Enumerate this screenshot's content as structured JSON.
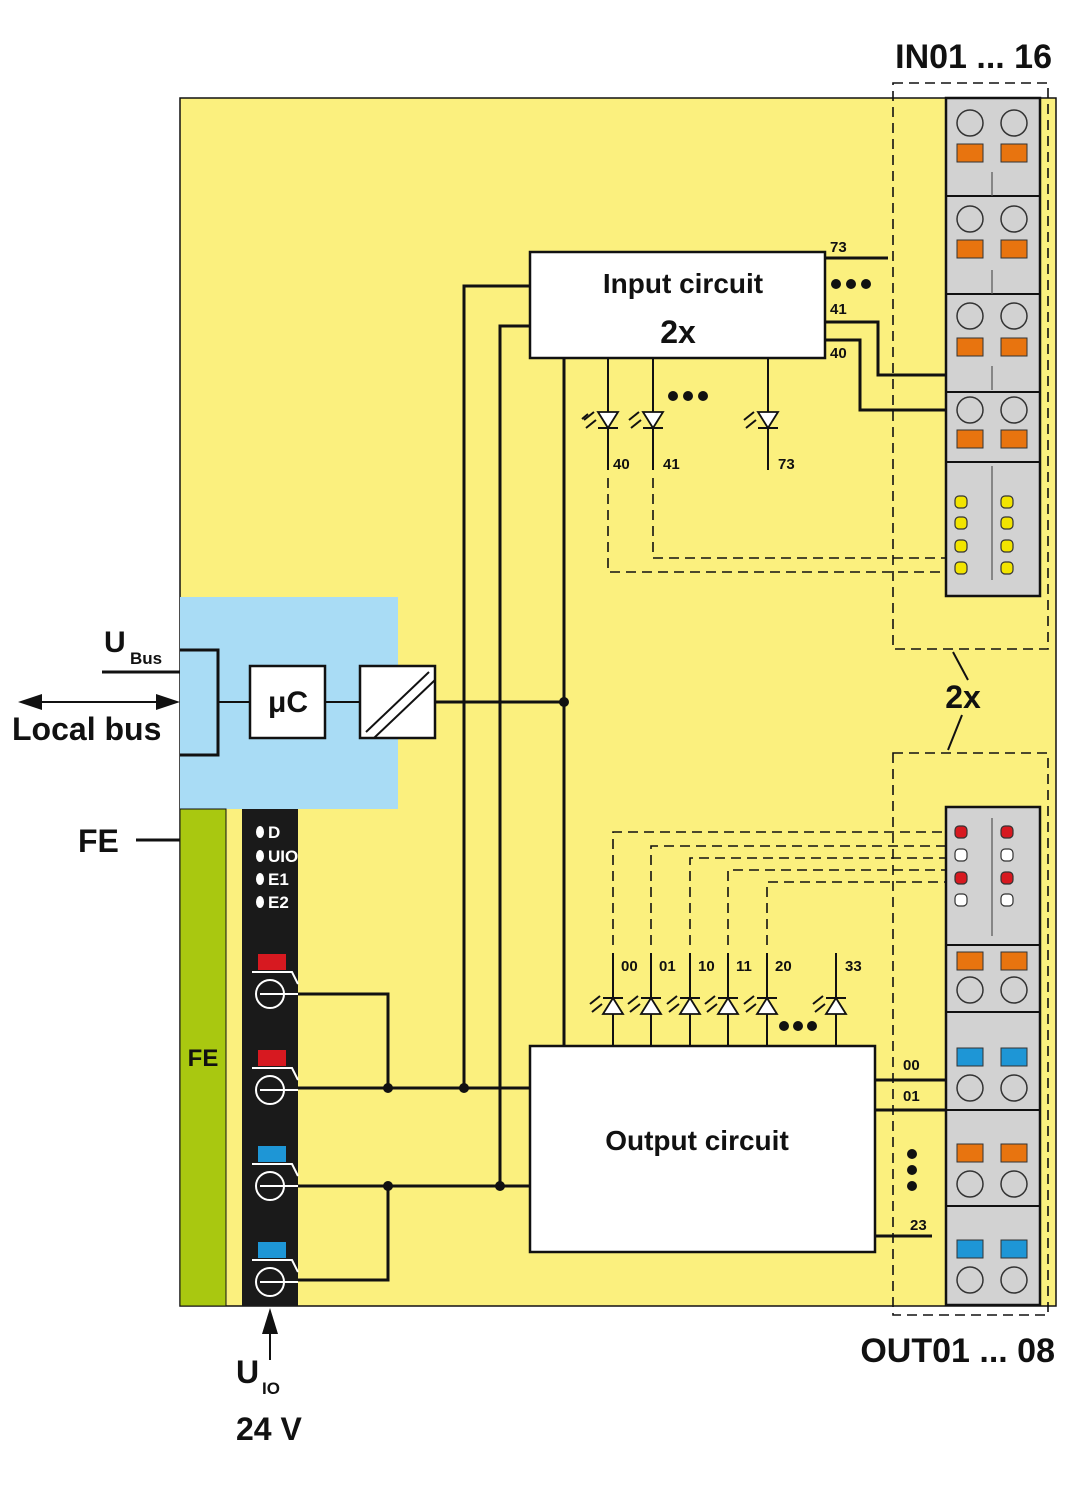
{
  "labels": {
    "in_group": "IN01 ... 16",
    "out_group": "OUT01 ... 08",
    "bus_voltage": "U",
    "bus_voltage_sub": "Bus",
    "local_bus": "Local bus",
    "fe_outer": "FE",
    "fe_strip": "FE",
    "microcontroller": "μC",
    "uio": "U",
    "uio_sub": "IO",
    "uio_voltage": "24 V",
    "multiplier": "2x"
  },
  "input_circuit": {
    "title": "Input circuit",
    "count": "2x"
  },
  "output_circuit": {
    "title": "Output circuit"
  },
  "status_leds": [
    "D",
    "UIO",
    "E1",
    "E2"
  ],
  "input_pins": [
    "73",
    "41",
    "40"
  ],
  "input_leds": [
    "40",
    "41",
    "73"
  ],
  "output_leds": [
    "00",
    "01",
    "10",
    "11",
    "20",
    "33"
  ],
  "output_pins": [
    "00",
    "01",
    "23"
  ],
  "colors": {
    "background": "#fbf07e",
    "bus_module": "#a9dcf5",
    "fe_strip": "#a9c810",
    "power_plug": "#1a1a1a",
    "connector": "#d2d2d2",
    "orange_release": "#e8740f",
    "blue_release": "#1e96d6",
    "red_contact": "#d71920",
    "led_yellow": "#f2e400"
  }
}
